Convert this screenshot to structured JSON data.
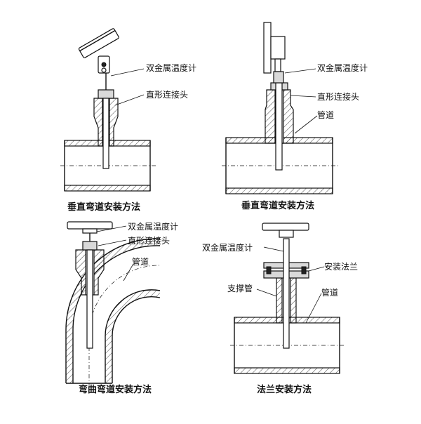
{
  "panels": {
    "top_left": {
      "labels": {
        "thermometer": "双金属温度计",
        "connector": "直形连接头"
      },
      "caption": "垂直弯道安装方法"
    },
    "top_right": {
      "labels": {
        "thermometer": "双金属温度计",
        "connector": "直形连接头",
        "pipe": "管道"
      },
      "caption": "垂直弯道安装方法"
    },
    "bottom_left": {
      "labels": {
        "thermometer": "双金属温度计",
        "connector": "直形连接头",
        "pipe": "管道"
      },
      "caption": "弯曲弯道安装方法"
    },
    "bottom_right": {
      "labels": {
        "thermometer": "双金属温度计",
        "flange": "安装法兰",
        "support_tube": "支撑管",
        "pipe": "管道"
      },
      "caption": "法兰安装方法"
    }
  },
  "colors": {
    "line": "#111111",
    "hatch": "#111111",
    "background": "#ffffff"
  }
}
